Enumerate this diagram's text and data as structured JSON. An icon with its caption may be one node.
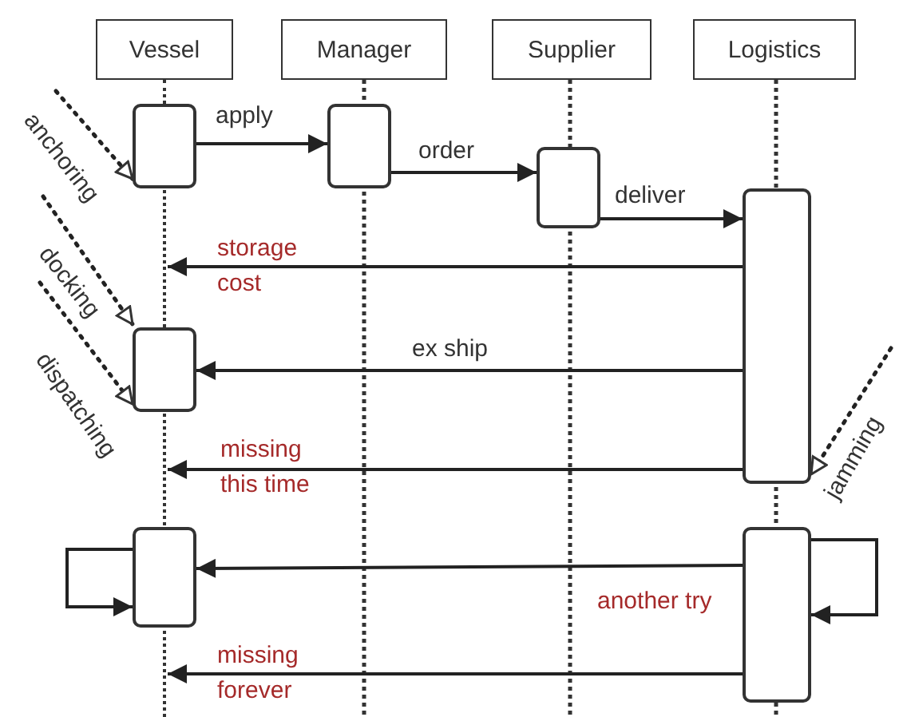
{
  "diagram": {
    "nodes": [
      {
        "text": [
          "Vessel"
        ]
      },
      {
        "text": [
          "Manager"
        ]
      },
      {
        "text": [
          "Supplier"
        ]
      },
      {
        "text": [
          "Logistics"
        ]
      },
      {
        "text": [],
        "shape": "bar"
      },
      {
        "text": [],
        "shape": "bar"
      },
      {
        "text": [],
        "shape": "bar"
      },
      {
        "text": [],
        "shape": "bar"
      },
      {
        "text": [],
        "shape": "bar"
      },
      {
        "text": [],
        "shape": "bar"
      },
      {
        "text": [],
        "shape": "bar"
      },
      {
        "text": [],
        "shape": "line"
      }
    ],
    "edges": [
      {
        "from": 4,
        "to": 5,
        "arrow": "to",
        "label": "apply"
      },
      {
        "from": 5,
        "to": 6,
        "arrow": "to",
        "label": "order"
      },
      {
        "from": 6,
        "to": 7,
        "arrow": "to",
        "label": "deliver"
      },
      {
        "from": 7,
        "to": 11,
        "arrow": "to",
        "label": "storage cost"
      },
      {
        "from": 7,
        "to": 8,
        "arrow": "to",
        "label": "ex ship"
      },
      {
        "from": 7,
        "to": 11,
        "arrow": "to",
        "label": "missing this time"
      },
      {
        "from": 10,
        "to": 9,
        "arrow": "to",
        "label": "another try"
      },
      {
        "from": 10,
        "to": 11,
        "arrow": "to",
        "label": "missing forever"
      },
      {
        "from": 9,
        "to": 9,
        "arrow": "to"
      },
      {
        "from": 10,
        "to": 10,
        "arrow": "to"
      },
      {
        "from": null,
        "to": 4,
        "arrow": "to",
        "label": "anchoring",
        "style": "dashed"
      },
      {
        "from": null,
        "to": 8,
        "arrow": "to",
        "label": "docking",
        "style": "dashed"
      },
      {
        "from": null,
        "to": 8,
        "arrow": "to",
        "label": "dispatching",
        "style": "dashed"
      },
      {
        "from": null,
        "to": 7,
        "arrow": "to",
        "label": "jamming",
        "style": "dashed"
      }
    ]
  }
}
